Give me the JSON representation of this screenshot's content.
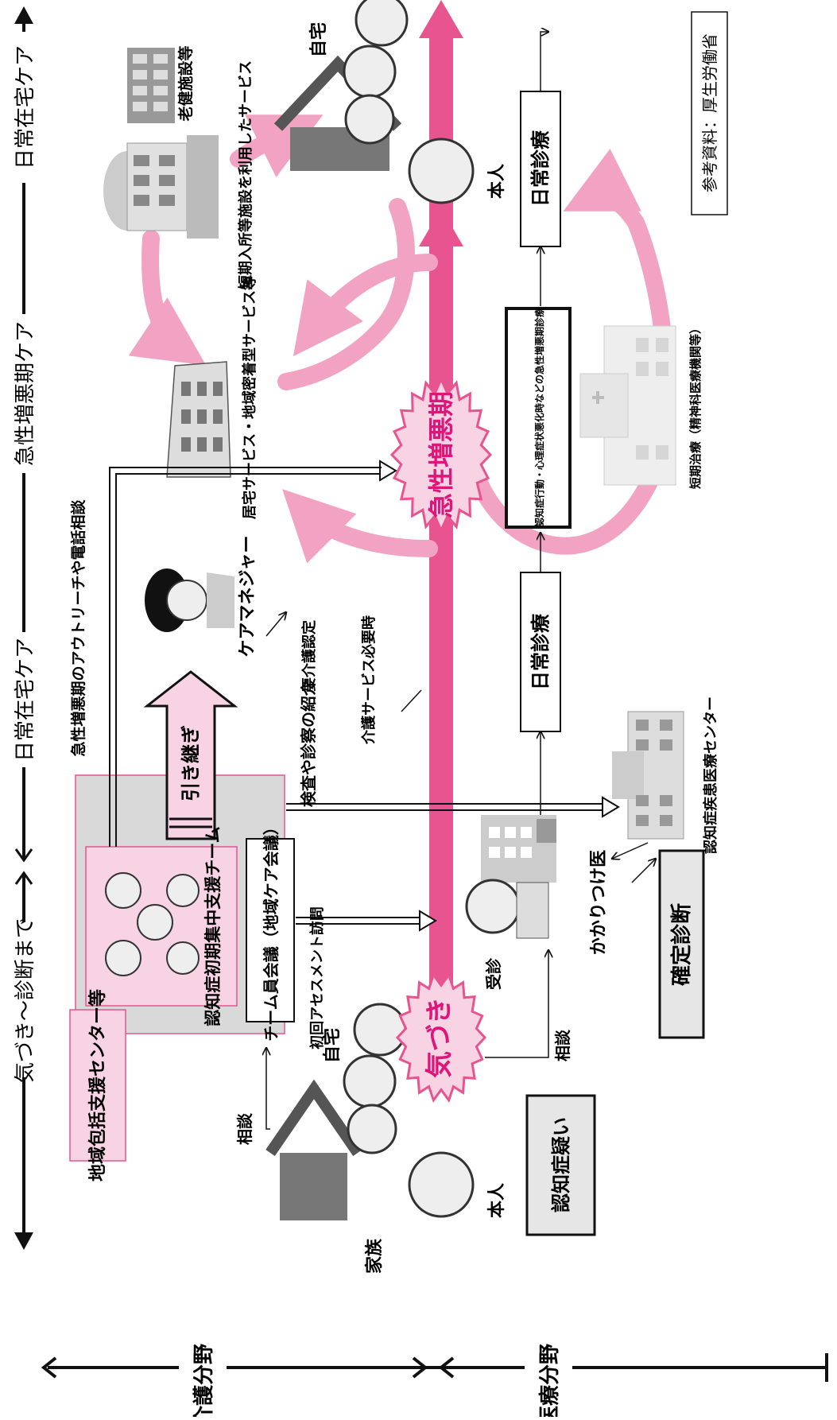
{
  "phases": {
    "awareness_to_diagnosis": "気づき～診断まで",
    "daily_home_care_1": "日常在宅ケア",
    "acute_care": "急性増悪期ケア",
    "daily_home_care_2": "日常在宅ケア"
  },
  "source": "参考資料：厚生労働省",
  "fields": {
    "care": "介護分野",
    "medical": "医療分野"
  },
  "events": {
    "awareness": "気づき",
    "acute": "急性増悪期"
  },
  "labels": {
    "center": "地域包括支援センター等",
    "team": "認知症初期集中支援チーム",
    "meeting": "チーム員会議（地域ケア会議）",
    "handover": "引き継ぎ",
    "care_manager": "ケアマネジャー",
    "outreach": "急性増悪期のアウトリーチや電話相談",
    "referral": "検査や診察の紹介",
    "initial_visit": "初回アセスメント訪問",
    "certification": "要介護認定",
    "service_needed": "介護サービス必要時",
    "home_service": "居宅サービス・地域密着型サービス等",
    "short_term_service": "短期入所等施設を利用したサービス",
    "elderly_facility": "老健施設等",
    "home_top": "自宅",
    "home_bottom": "自宅",
    "person_top": "本人",
    "person_bottom": "本人",
    "family": "家族",
    "consult_left": "相談",
    "consult_right": "相談",
    "visit": "受診",
    "family_doctor": "かかりつけ医",
    "dementia_center": "認知症疾患医療センター",
    "daily_medical_1": "日常診療",
    "daily_medical_2": "日常診療",
    "acute_medical": "認知症行動・心理症状悪化時などの急性増悪期診療",
    "short_term_treatment": "短期治療（精神科医療機関等）",
    "suspicion": "認知症疑い",
    "definitive_diagnosis": "確定診断"
  },
  "colors": {
    "pink_strong": "#e8548f",
    "pink_light": "#f2a3c3",
    "pink_bg": "#f8d3e3",
    "gray_bg": "#d9d9d9",
    "magenta_text": "#e0157a"
  }
}
